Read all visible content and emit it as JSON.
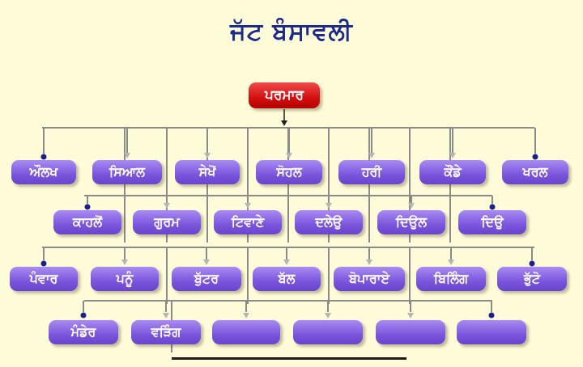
{
  "title": "ਜੱਟ ਬੰਸਾਵਲੀ",
  "root": "ਪਰਮਾਰ",
  "rows": [
    [
      "ਔਲਖ",
      "ਸਿਆਲ",
      "ਸੇਖੋਂ",
      "ਸੋਹਲ",
      "ਹਰੀ",
      "ਕੌਂਡੇ",
      "ਖਰਲ"
    ],
    [
      "ਕਾਹਲੋਂ",
      "ਗੁਰਮ",
      "ਟਿਵਾਣੇ",
      "ਦਲੇਉ",
      "ਦਿਉਲ",
      "ਦਿਉ"
    ],
    [
      "ਪੰਵਾਰ",
      "ਪਨੂੰ",
      "ਬੁੱਟਰ",
      "ਬੱਲ",
      "ਬੋਪਾਰਾਏ",
      "ਬਿਲਿੰਗ",
      "ਭੁੱਟੋ"
    ],
    [
      "ਮੰਡੇਰ",
      "ਵੜਿੰਗ",
      "",
      "",
      "",
      ""
    ]
  ],
  "colors": {
    "background": "#fdfbd8",
    "title": "#1b2a8c",
    "root_node": "#d40f0f",
    "child_node": "#7b55dc",
    "connector": "#8a8a8a",
    "arrow": "#b5b5b5",
    "dot": "#1b1f8a"
  }
}
